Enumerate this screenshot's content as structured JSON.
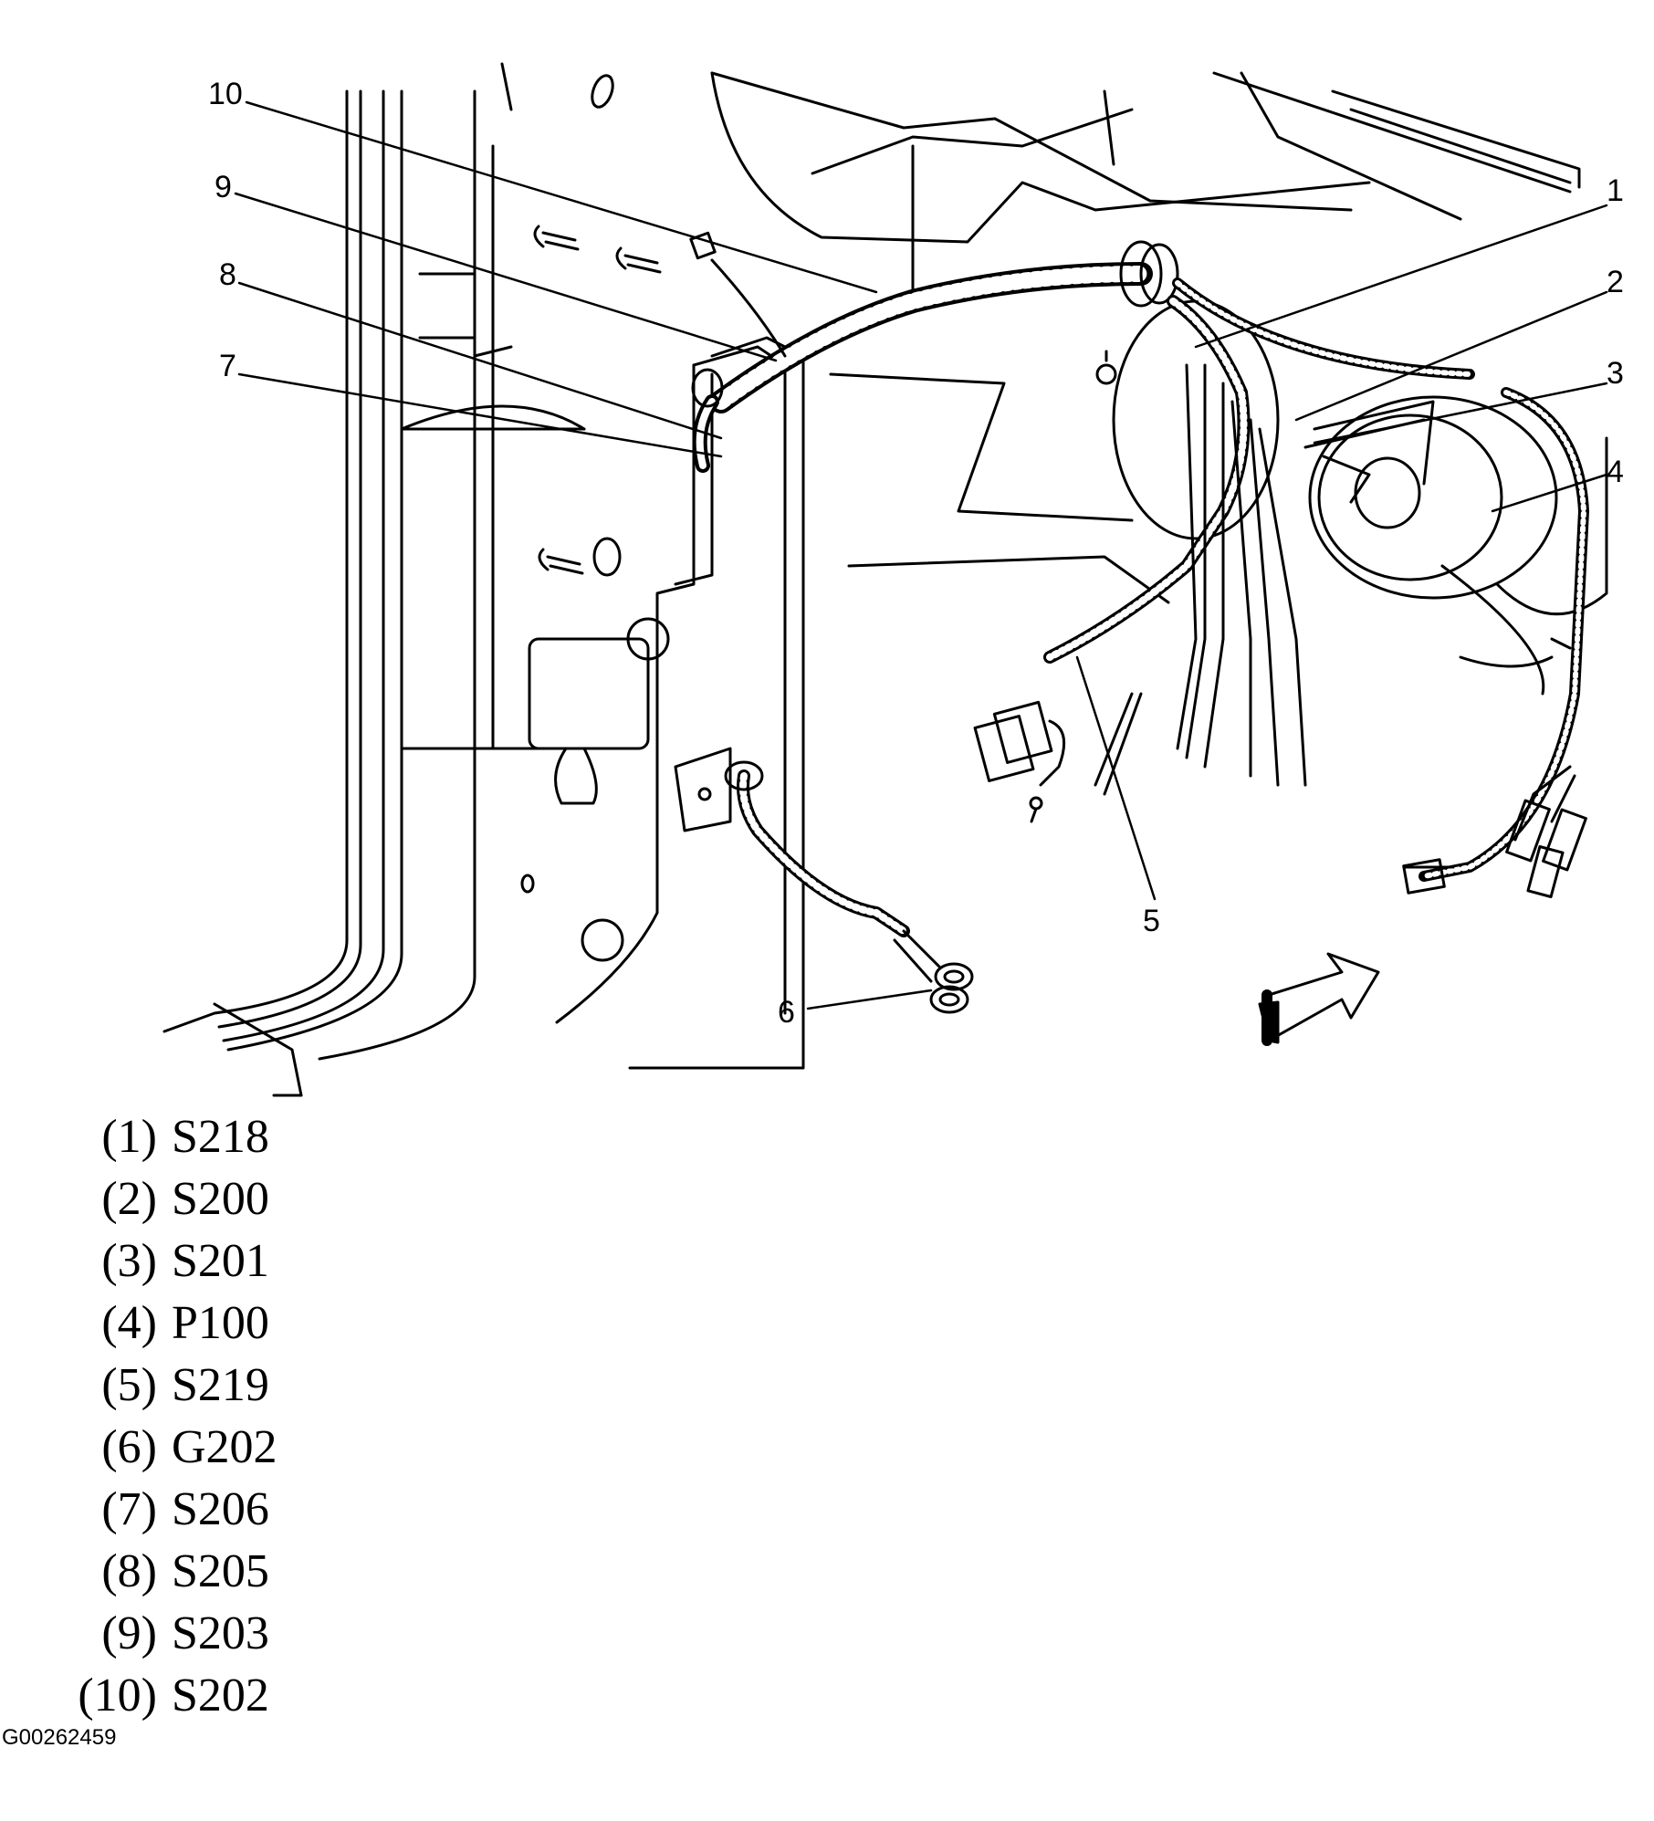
{
  "callouts": [
    "1",
    "2",
    "3",
    "4",
    "5",
    "6",
    "7",
    "8",
    "9",
    "10"
  ],
  "legend": [
    {
      "num": "(1)",
      "code": "S218"
    },
    {
      "num": "(2)",
      "code": "S200"
    },
    {
      "num": "(3)",
      "code": "S201"
    },
    {
      "num": "(4)",
      "code": "P100"
    },
    {
      "num": "(5)",
      "code": "S219"
    },
    {
      "num": "(6)",
      "code": "G202"
    },
    {
      "num": "(7)",
      "code": "S206"
    },
    {
      "num": "(8)",
      "code": "S205"
    },
    {
      "num": "(9)",
      "code": "S203"
    },
    {
      "num": "(10)",
      "code": "S202"
    }
  ],
  "figure_id": "G00262459",
  "colors": {
    "ink": "#000000",
    "paper": "#ffffff"
  }
}
